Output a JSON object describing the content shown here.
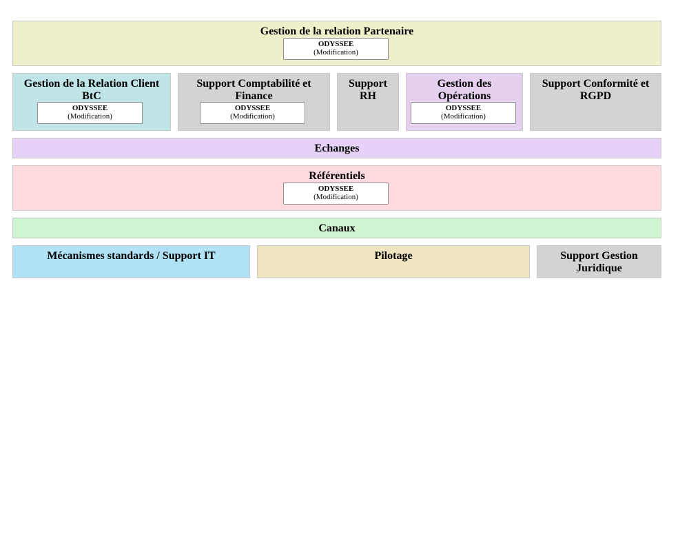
{
  "colors": {
    "partenaire": "#efefc9",
    "client": "#c0e5e6",
    "grey": "#d3d3d3",
    "operations": "#e5d1ef",
    "echanges": "#e6d2f8",
    "referentiels": "#ffdbe0",
    "canaux": "#d0f4d0",
    "mecanismes": "#b1e2f6",
    "pilotage": "#efe5c1"
  },
  "zones": {
    "partenaire": {
      "title": "Gestion de la relation Partenaire",
      "app": {
        "name": "ODYSSEE",
        "status": "(Modification)"
      }
    },
    "client": {
      "title": "Gestion de la Relation Client BtC",
      "app": {
        "name": "ODYSSEE",
        "status": "(Modification)"
      }
    },
    "compta": {
      "title": "Support Comptabilité et Finance",
      "app": {
        "name": "ODYSSEE",
        "status": "(Modification)"
      }
    },
    "rh": {
      "title": "Support RH"
    },
    "operations": {
      "title": "Gestion des Opérations",
      "app": {
        "name": "ODYSSEE",
        "status": "(Modification)"
      }
    },
    "conformite": {
      "title": "Support Conformité et RGPD"
    },
    "echanges": {
      "title": "Echanges"
    },
    "referentiels": {
      "title": "Référentiels",
      "app": {
        "name": "ODYSSEE",
        "status": "(Modification)"
      }
    },
    "canaux": {
      "title": "Canaux"
    },
    "mecanismes": {
      "title": "Mécanismes standards / Support IT"
    },
    "pilotage": {
      "title": "Pilotage"
    },
    "juridique": {
      "title": "Support Gestion Juridique"
    }
  }
}
